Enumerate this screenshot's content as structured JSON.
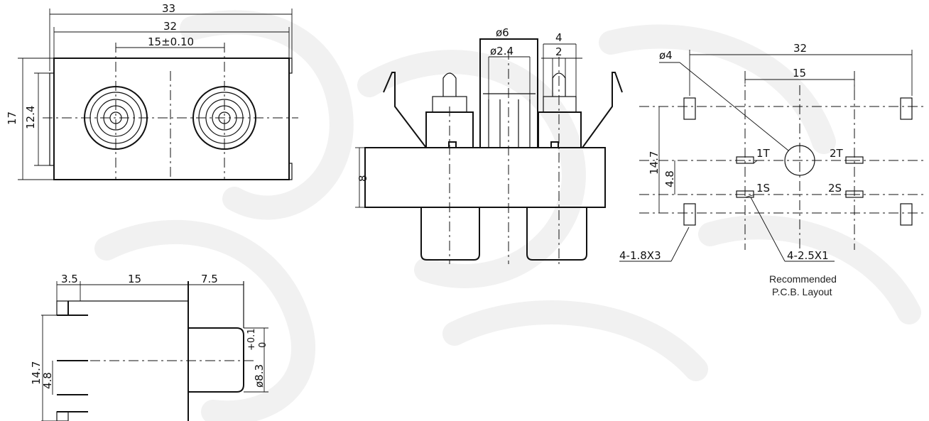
{
  "front_view": {
    "overall_width": "33",
    "body_width": "32",
    "jack_pitch": "15±0.10",
    "overall_height": "17",
    "body_height": "12.4"
  },
  "section_view": {
    "dia_outer": "ø6",
    "dia_inner": "ø2.4",
    "pin_width_outer": "4",
    "pin_width_inner": "2",
    "base_height": "8"
  },
  "pcb_layout": {
    "hole_dia": "ø4",
    "span": "32",
    "pitch": "15",
    "row_span": "14.7",
    "row_pitch": "4.8",
    "pad_1t": "1T",
    "pad_2t": "2T",
    "pad_1s": "1S",
    "pad_2s": "2S",
    "slot_large": "4-1.8X3",
    "slot_small": "4-2.5X1",
    "caption_line1": "Recommended",
    "caption_line2": "P.C.B. Layout"
  },
  "side_view": {
    "offset": "3.5",
    "length": "15",
    "body_depth": "7.5",
    "row_span": "14.7",
    "row_pitch": "4.8",
    "dia_main": "ø8.3",
    "tol_upper": "+0.1",
    "tol_lower": "0"
  }
}
